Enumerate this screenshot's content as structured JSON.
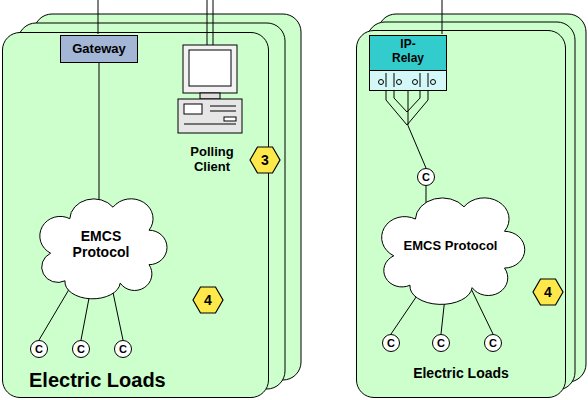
{
  "diagram": {
    "nodes": [
      {
        "text": [
          "Electric Loads"
        ]
      },
      {
        "text": [
          "Gateway"
        ],
        "in": 0
      },
      {
        "text": [
          "EMCS Protocol"
        ],
        "in": 0
      },
      {
        "text": [
          "C"
        ],
        "in": 0
      },
      {
        "text": [
          "C"
        ],
        "in": 0
      },
      {
        "text": [
          "C"
        ],
        "in": 0
      },
      {
        "text": [
          "Electric Loads"
        ]
      },
      {
        "text": [
          "IP-Relay"
        ],
        "in": 6
      },
      {
        "text": [
          "C"
        ],
        "in": 6
      },
      {
        "text": [
          "EMCS Protocol"
        ],
        "in": 6
      },
      {
        "text": [
          "C"
        ],
        "in": 6
      },
      {
        "text": [
          "C"
        ],
        "in": 6
      },
      {
        "text": [
          "C"
        ],
        "in": 6
      }
    ],
    "edges": [
      {
        "from": 1,
        "to": 2,
        "arrow": "none"
      },
      {
        "from": 2,
        "to": 3,
        "arrow": "none"
      },
      {
        "from": 2,
        "to": 4,
        "arrow": "none"
      },
      {
        "from": 2,
        "to": 5,
        "arrow": "none"
      },
      {
        "from": 7,
        "to": 8,
        "arrow": "none"
      },
      {
        "from": 8,
        "to": 9,
        "arrow": "none"
      },
      {
        "from": 9,
        "to": 10,
        "arrow": "none"
      },
      {
        "from": 9,
        "to": 11,
        "arrow": "none"
      },
      {
        "from": 9,
        "to": 12,
        "arrow": "none"
      }
    ],
    "labels": [
      "Polling Client",
      "3",
      "4",
      "4"
    ]
  }
}
